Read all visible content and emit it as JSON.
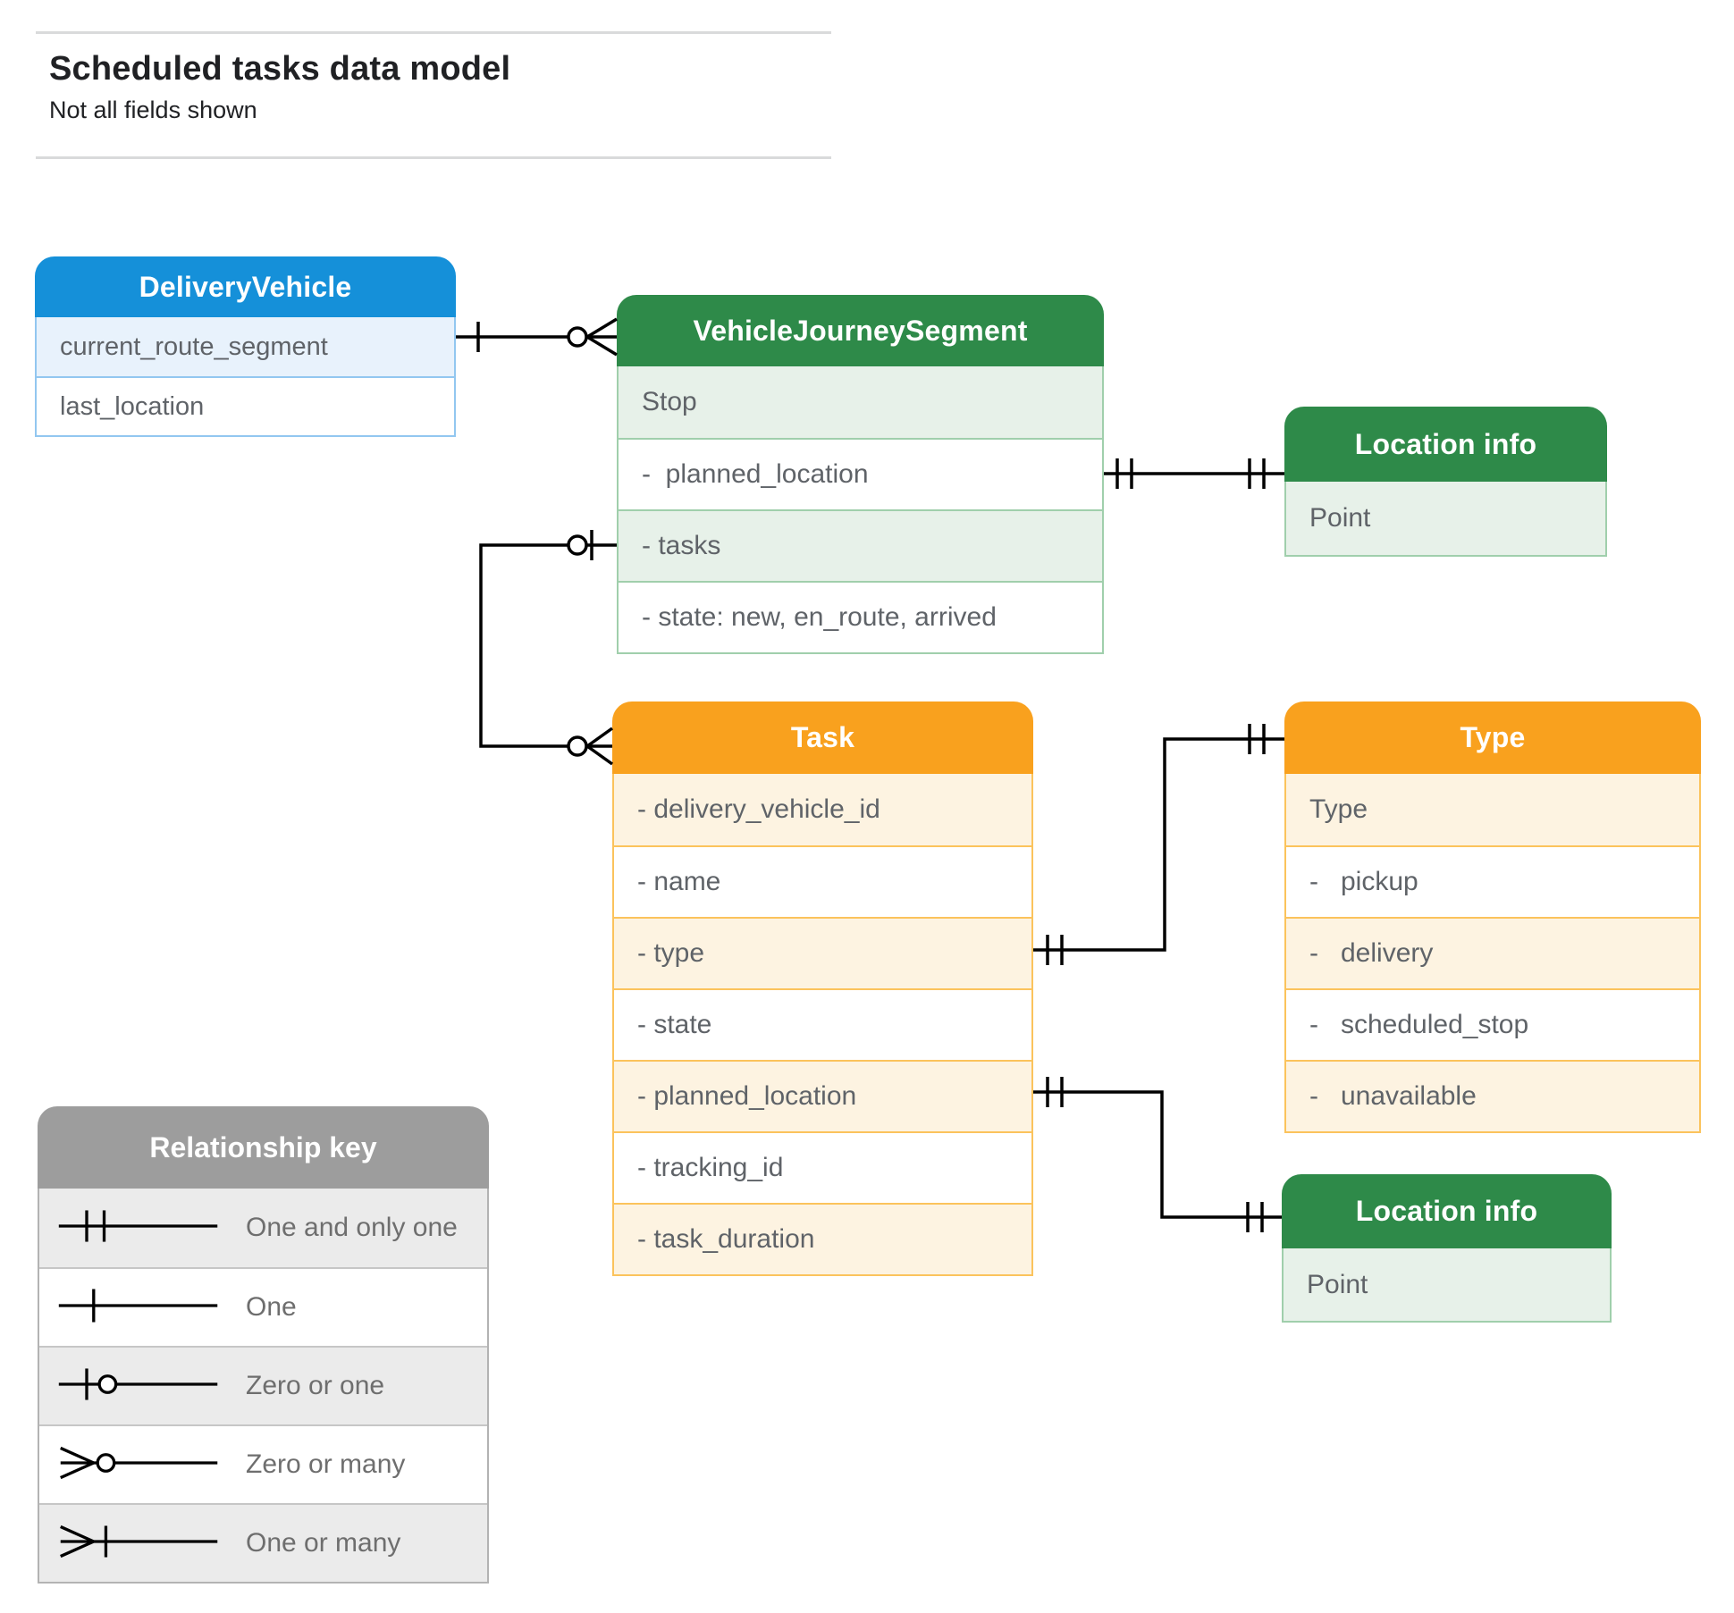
{
  "page": {
    "title": "Scheduled tasks data model",
    "subtitle": "Not all fields shown"
  },
  "colors": {
    "blue_header": "#1590d9",
    "blue_border": "#92c7f0",
    "blue_shade": "#e8f2fc",
    "green_header": "#2e8a49",
    "green_border": "#a0cfac",
    "green_shade": "#e7f1e9",
    "orange_header": "#f9a11e",
    "orange_border": "#fbc35c",
    "orange_shade": "#fdf3e1",
    "gray_header": "#9d9d9d",
    "field_text": "#5f6368",
    "connector_line": "#000000"
  },
  "entities": [
    {
      "id": "delivery-vehicle",
      "title": "DeliveryVehicle",
      "theme": "blue",
      "rows": [
        {
          "label": "current_route_segment",
          "shaded": true
        },
        {
          "label": "last_location",
          "shaded": false
        }
      ]
    },
    {
      "id": "vehicle-journey-segment",
      "title": "VehicleJourneySegment",
      "theme": "green",
      "rows": [
        {
          "label": "Stop",
          "shaded": true
        },
        {
          "label": "-  planned_location",
          "shaded": false
        },
        {
          "label": "- tasks",
          "shaded": true
        },
        {
          "label": "- state: new, en_route, arrived",
          "shaded": false
        }
      ]
    },
    {
      "id": "location-info-top",
      "title": "Location info",
      "theme": "green",
      "rows": [
        {
          "label": "Point",
          "shaded": true
        }
      ]
    },
    {
      "id": "task",
      "title": "Task",
      "theme": "orange",
      "rows": [
        {
          "label": "- delivery_vehicle_id",
          "shaded": true
        },
        {
          "label": "- name",
          "shaded": false
        },
        {
          "label": "- type",
          "shaded": true
        },
        {
          "label": "- state",
          "shaded": false
        },
        {
          "label": "- planned_location",
          "shaded": true
        },
        {
          "label": "- tracking_id",
          "shaded": false
        },
        {
          "label": "- task_duration",
          "shaded": true
        }
      ]
    },
    {
      "id": "type",
      "title": "Type",
      "theme": "orange",
      "rows": [
        {
          "label": "Type",
          "shaded": true
        },
        {
          "label": "-   pickup",
          "shaded": false
        },
        {
          "label": "-   delivery",
          "shaded": true
        },
        {
          "label": "-   scheduled_stop",
          "shaded": false
        },
        {
          "label": "-   unavailable",
          "shaded": true
        }
      ]
    },
    {
      "id": "location-info-bottom",
      "title": "Location info",
      "theme": "green",
      "rows": [
        {
          "label": "Point",
          "shaded": true
        }
      ]
    }
  ],
  "relationships": [
    {
      "from": "DeliveryVehicle",
      "to": "VehicleJourneySegment",
      "from_end": "One",
      "to_end": "Zero or many"
    },
    {
      "from": "VehicleJourneySegment.tasks",
      "to": "Task",
      "from_end": "Zero or one",
      "to_end": "Zero or many"
    },
    {
      "from": "VehicleJourneySegment.planned_location",
      "to": "Location info",
      "from_end": "One and only one",
      "to_end": "One and only one"
    },
    {
      "from": "Task.type",
      "to": "Type",
      "from_end": "One and only one",
      "to_end": "One and only one"
    },
    {
      "from": "Task.planned_location",
      "to": "Location info",
      "from_end": "One and only one",
      "to_end": "One and only one"
    }
  ],
  "legend": {
    "title": "Relationship key",
    "items": [
      {
        "icon": "one-and-only-one-icon",
        "label": "One and only one"
      },
      {
        "icon": "one-icon",
        "label": "One"
      },
      {
        "icon": "zero-or-one-icon",
        "label": "Zero or one"
      },
      {
        "icon": "zero-or-many-icon",
        "label": "Zero or many"
      },
      {
        "icon": "one-or-many-icon",
        "label": "One or many"
      }
    ]
  }
}
